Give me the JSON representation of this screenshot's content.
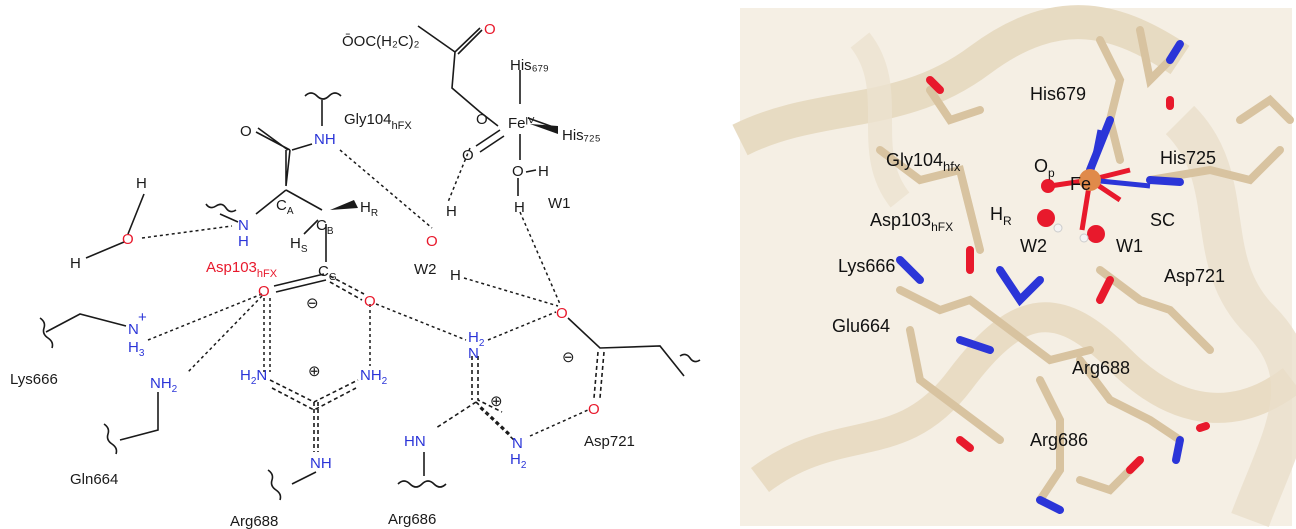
{
  "colors": {
    "nitrogen": "#2b35d8",
    "oxygen": "#e8192c",
    "bond": "#1a1a1a",
    "carbon_stick": "#d8c3a0",
    "ribbon": "#eadfca",
    "iron": "#e08a4a",
    "hydrogen": "#f4f4f4"
  },
  "schematic": {
    "succinate": "ŌOC(H₂C)₂",
    "his679": "His₆₇₉",
    "his725": "His₇₂₅",
    "fe": "Feᴵⱽ",
    "w1": "W1",
    "w2": "W2",
    "gly104": "Gly104",
    "gly104_sub": "hFX",
    "asp103": "Asp103",
    "asp103_sub": "hFX",
    "ca": "C",
    "ca_sub": "A",
    "cb": "C",
    "cb_sub": "B",
    "cg": "C",
    "cg_sub": "G",
    "hr": "H",
    "hr_sub": "R",
    "hs": "H",
    "hs_sub": "S",
    "lys666": "Lys666",
    "gln664": "Gln664",
    "arg688": "Arg688",
    "arg686": "Arg686",
    "asp721": "Asp721",
    "atoms": {
      "o": "O",
      "h": "H",
      "nh": "NH",
      "hn": "HN",
      "n": "N",
      "h3": "H",
      "h3_sub": "3",
      "nh2": "NH",
      "nh2_sub": "2",
      "h2n": "H",
      "h2n_n": "N",
      "h2n_sub": "2",
      "h2": "H",
      "h2_sub": "2",
      "plus": "+",
      "minus_circle": "⊖",
      "plus_circle": "⊕"
    }
  },
  "structure": {
    "his679": "His679",
    "gly104": "Gly104",
    "gly104_sub": "hfx",
    "op": "O",
    "op_sub": "p",
    "fe": "Fe",
    "his725": "His725",
    "asp103": "Asp103",
    "asp103_sub": "hFX",
    "hr": "H",
    "hr_sub": "R",
    "sc": "SC",
    "w2": "W2",
    "w1": "W1",
    "lys666": "Lys666",
    "asp721": "Asp721",
    "glu664": "Glu664",
    "arg688": "Arg688",
    "arg686": "Arg686"
  }
}
